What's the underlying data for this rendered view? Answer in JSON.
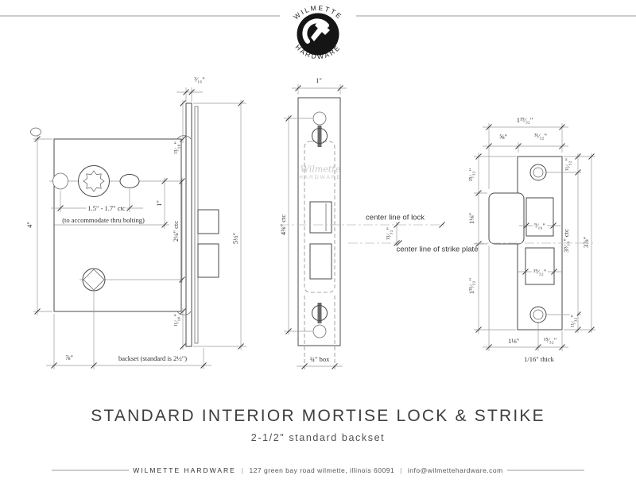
{
  "logo": {
    "top": "WILMETTE",
    "bottom": "HARDWARE"
  },
  "title": "STANDARD INTERIOR MORTISE LOCK & STRIKE",
  "subtitle": "2-1/2\" standard backset",
  "footer": {
    "brand": "WILMETTE HARDWARE",
    "sep": "|",
    "address": "127 green bay road wilmette, illinois 60091",
    "email": "info@wilmettehardware.com"
  },
  "watermark": {
    "script": "Wilmette",
    "caps": "HARDWARE"
  },
  "lock_side": {
    "face_thickness": "³⁄₁₆\"",
    "top_gap": "¹³⁄₁₆\"",
    "hub_to_centerline": "1\"",
    "hub_ctc": "2¼\" ctc",
    "bottom_gap": "¹¹⁄₁₆\"",
    "case_height": "4\"",
    "face_height": "5½\"",
    "edge_to_spindle": "⅞\"",
    "thru_bolt_ctc": "1.5\" - 1.7\" ctc",
    "thru_bolt_note": "(to accommodate thru bolting)",
    "backset": "backset  (standard is 2½\")"
  },
  "lock_front": {
    "width": "1\"",
    "screw_ctc": "4⅝\" ctc",
    "box_width": "¾\" box"
  },
  "centerlines": {
    "lock": "center line of lock",
    "strike": "center line of strike plate",
    "offset": "¹³⁄₃₂\""
  },
  "strike": {
    "overall_width": "1¹⁹⁄₃₂\"",
    "lip_width": "⅝\"",
    "plate_width": "³¹⁄₃₂\"",
    "screw_edge_top": "¹¹⁄₃₂\"",
    "top_to_lip": "²⁵⁄₃₂\"",
    "lip_to_center": "1⅛\"",
    "center_to_bottom": "1³¹⁄₃₂\"",
    "latch_opening": "⁹⁄₁₆\"",
    "bolt_opening": "¹⁹⁄₃₂\"",
    "screw_ctc": "3³⁄₁₆\" ctc",
    "overall_height": "3⅞\"",
    "screw_edge_bottom": "¹¹⁄₃₂\"",
    "bottom_left": "1⅛\"",
    "bottom_right": "¹⁵⁄₃₂\"",
    "thickness": "1/16\" thick"
  }
}
